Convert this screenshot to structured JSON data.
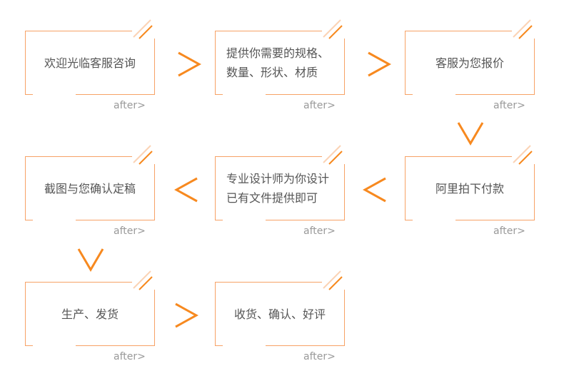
{
  "steps": [
    {
      "text": "欢迎光临客服咨询",
      "after": "after>"
    },
    {
      "text": "提供你需要的规格、数量、形状、材质",
      "after": "after>"
    },
    {
      "text": "客服为您报价",
      "after": "after>"
    },
    {
      "text": "阿里拍下付款",
      "after": "after>"
    },
    {
      "text": "专业设计师为你设计已有文件提供即可",
      "after": "after>"
    },
    {
      "text": "截图与您确认定稿",
      "after": "after>"
    },
    {
      "text": "生产、发货",
      "after": "after>"
    },
    {
      "text": "收货、确认、好评",
      "after": "after>"
    }
  ],
  "colors": {
    "accent": "#f7891f",
    "border": "#f7a266"
  }
}
